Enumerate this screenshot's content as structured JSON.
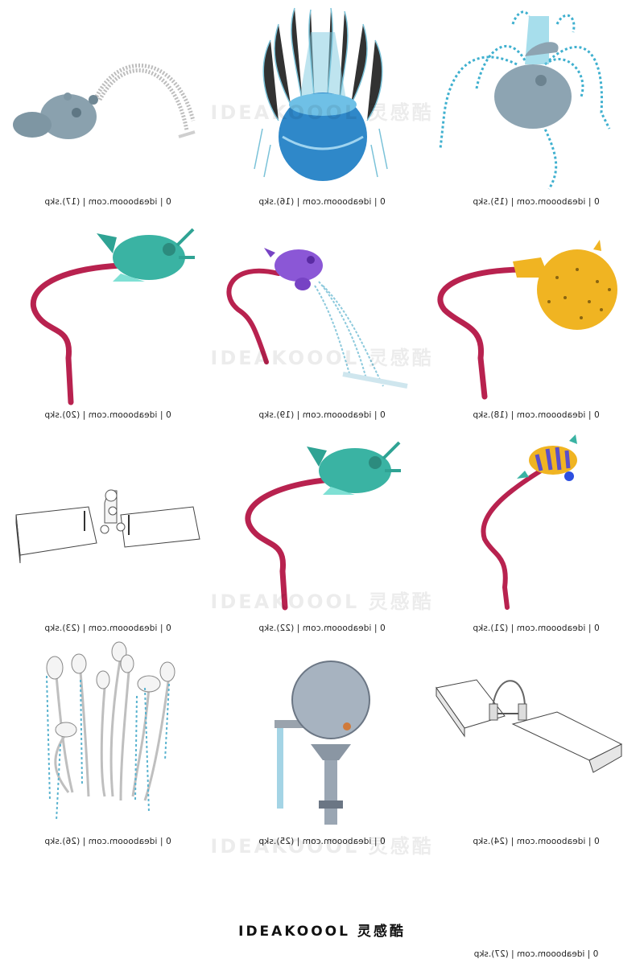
{
  "watermark": "IDEAKOOOL 灵感酷",
  "models": [
    {
      "caption": "0 | ideabooom.com | (17).skp",
      "subject": "blue-fish-sprayer-icon"
    },
    {
      "caption": "0 | ideabooom.com | (16).skp",
      "subject": "blue-ball-fountain-icon"
    },
    {
      "caption": "0 | ideabooom.com | (15).skp",
      "subject": "grey-octopus-fountain-icon"
    },
    {
      "caption": "0 | ideabooom.com | (20).skp",
      "subject": "teal-fish-on-pipe-icon"
    },
    {
      "caption": "0 | ideabooom.com | (19).skp",
      "subject": "purple-fish-sprayer-icon"
    },
    {
      "caption": "0 | ideabooom.com | (18).skp",
      "subject": "yellow-pufferfish-on-pipe-icon"
    },
    {
      "caption": "0 | ideabooom.com | (23).skp",
      "subject": "white-box-jet-icon"
    },
    {
      "caption": "0 | ideabooom.com | (22).skp",
      "subject": "teal-fish-on-pipe-icon"
    },
    {
      "caption": "0 | ideabooom.com | (21).skp",
      "subject": "striped-fish-on-pipe-icon"
    },
    {
      "caption": "0 | ideabooom.com | (26).skp",
      "subject": "flower-stem-sprinklers-icon"
    },
    {
      "caption": "0 | ideabooom.com | (25).skp",
      "subject": "round-dish-spout-icon"
    },
    {
      "caption": "0 | ideabooom.com | (24).skp",
      "subject": "box-arch-jet-icon"
    }
  ],
  "footer": {
    "logo": "IDEAKOOOL 灵感酷",
    "caption": "0 | ideabooom.com | (27).skp"
  }
}
